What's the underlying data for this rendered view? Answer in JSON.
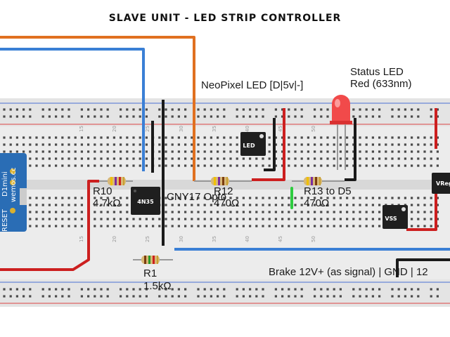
{
  "title": "SLAVE UNIT - LED STRIP CONTROLLER",
  "labels": {
    "status_led": "Status LED",
    "status_led_color": "Red (633nm)",
    "neopixel": "NeoPixel LED [D|5v|-]",
    "r10_name": "R10",
    "r10_value": "4.7kΩ",
    "r12_name": "R12",
    "r12_value": "470Ω",
    "r13_name": "R13 to D5",
    "r13_value": "470Ω",
    "cny17": "CNY17 Opto",
    "r1_name": "R1",
    "r1_value": "1.5kΩ",
    "brake": "Brake 12V+ (as signal) | GND | 12",
    "chip_4n35": "4N35",
    "chip_led": "LED",
    "chip_vss": "VSS",
    "chip_vreg": "VReg",
    "wemos_line1": "D1mini",
    "wemos_line2": "wemos.cc",
    "wemos_reset": "RESET"
  },
  "column_numbers": [
    "15",
    "20",
    "25",
    "30",
    "35",
    "40",
    "45",
    "50"
  ],
  "colors": {
    "wire_orange": "#e07020",
    "wire_blue": "#3a7fd5",
    "wire_red": "#cc1f1f",
    "wire_black": "#1a1a1a",
    "wire_green": "#2ecc40",
    "breadboard": "#e9e9e9",
    "rail_red": "#d44",
    "rail_blue": "#4a6fd4",
    "wemos_blue": "#2a6db5"
  }
}
